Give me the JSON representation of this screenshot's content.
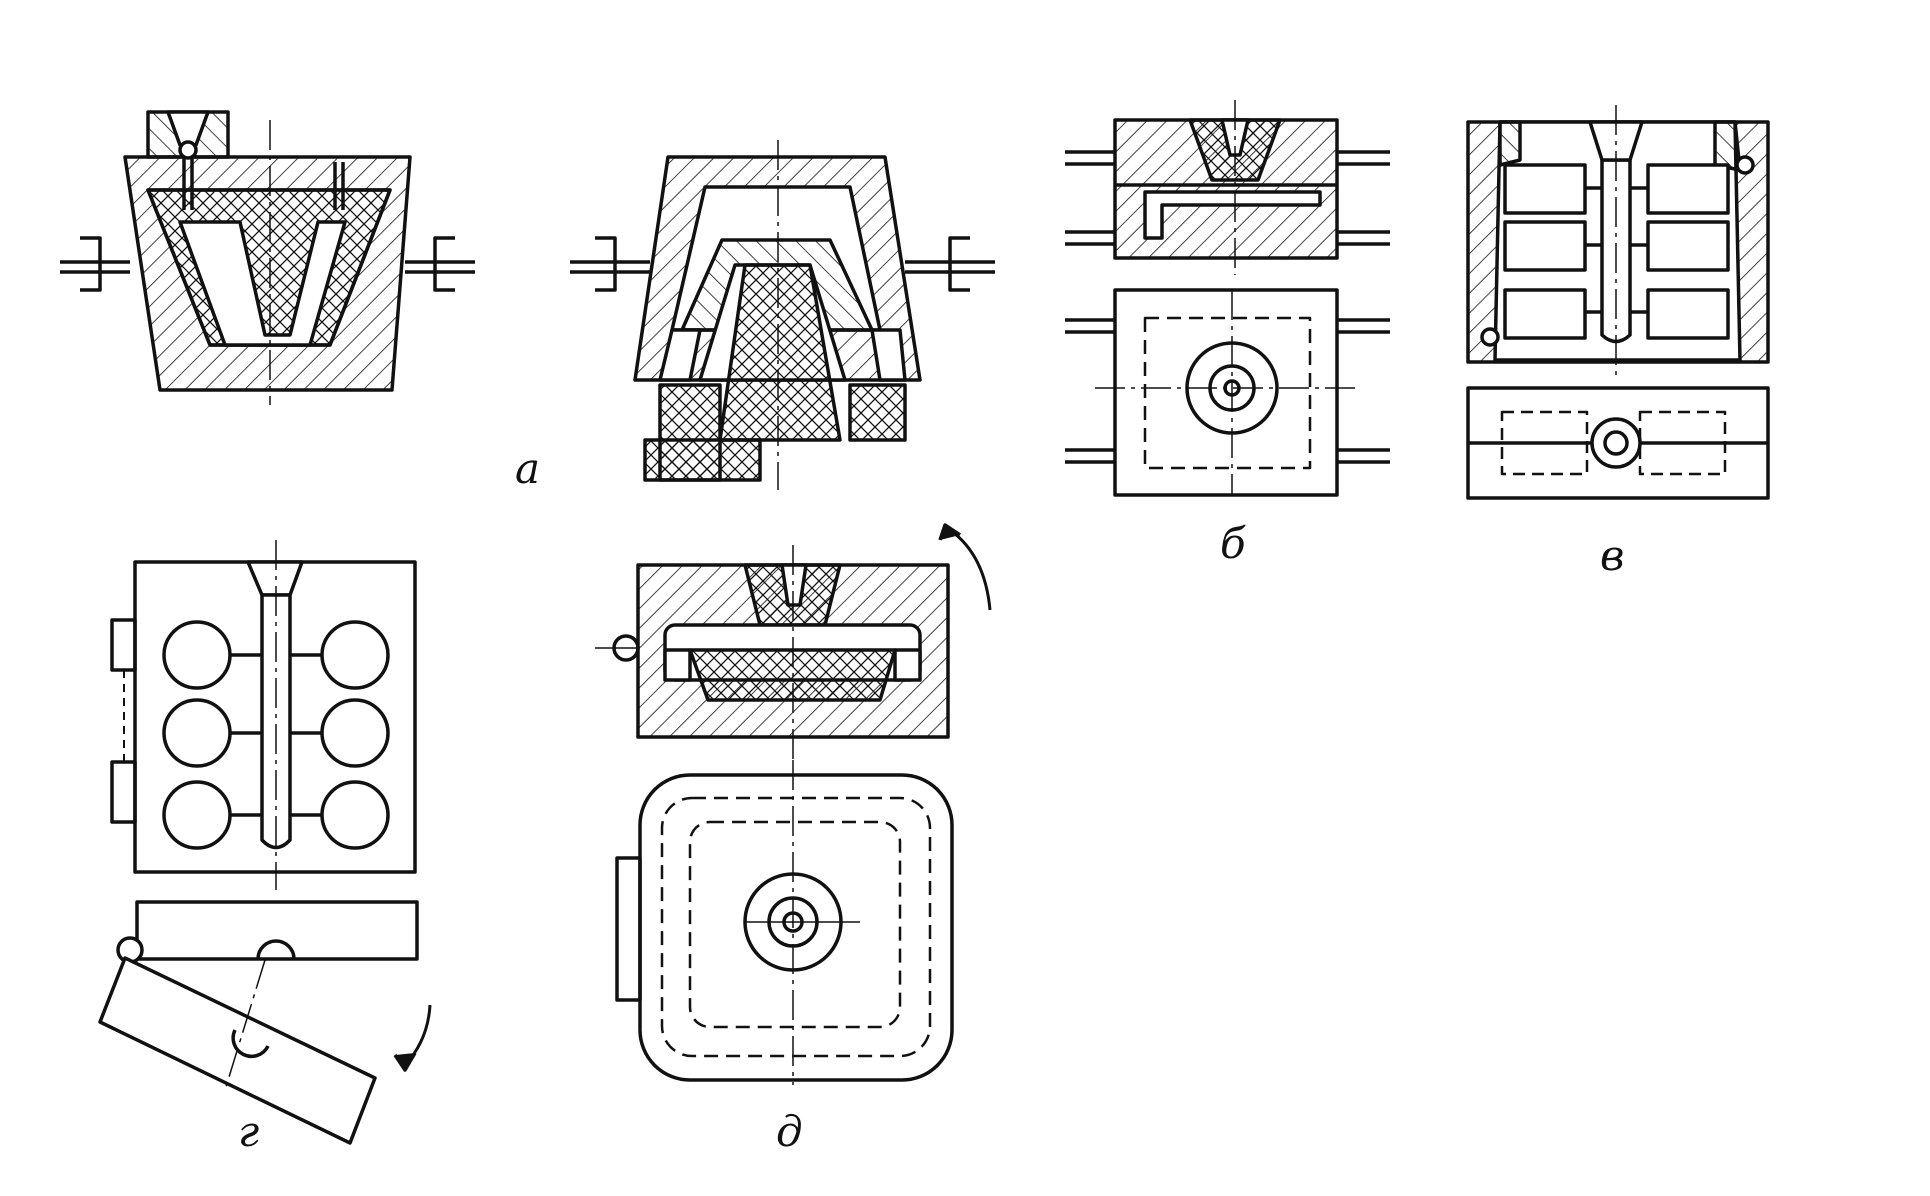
{
  "labels": {
    "a": "а",
    "b": "б",
    "v": "в",
    "g": "г",
    "d": "д"
  },
  "colors": {
    "ink": "#111111",
    "paper": "#ffffff"
  }
}
